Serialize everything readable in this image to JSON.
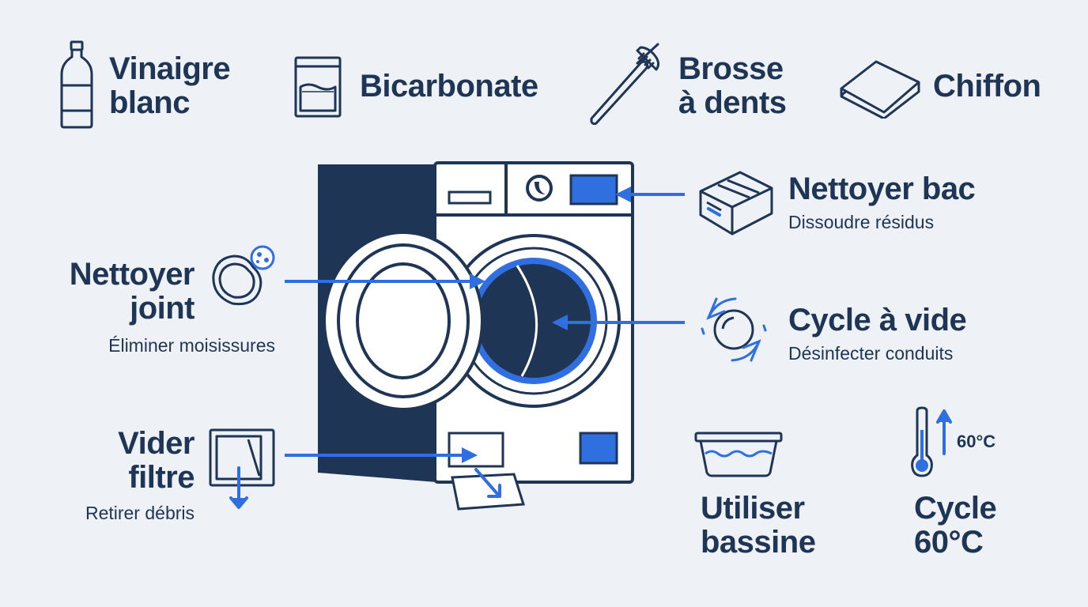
{
  "supplies": [
    {
      "icon": "bottle-icon",
      "label_line1": "Vinaigre",
      "label_line2": "blanc"
    },
    {
      "icon": "bag-icon",
      "label_line1": "Bicarbonate"
    },
    {
      "icon": "toothbrush-icon",
      "label_line1": "Brosse",
      "label_line2": "à dents"
    },
    {
      "icon": "cloth-icon",
      "label_line1": "Chiffon"
    }
  ],
  "steps": {
    "bac": {
      "title": "Nettoyer bac",
      "subtitle": "Dissoudre résidus"
    },
    "joint": {
      "title_line1": "Nettoyer",
      "title_line2": "joint",
      "subtitle": "Éliminer moisissures"
    },
    "cycle_vide": {
      "title": "Cycle à vide",
      "subtitle": "Désinfecter conduits"
    },
    "filtre": {
      "title_line1": "Vider",
      "title_line2": "filtre",
      "subtitle": "Retirer débris"
    },
    "bassine": {
      "title_line1": "Utiliser",
      "title_line2": "bassine"
    },
    "cycle_60": {
      "title_line1": "Cycle",
      "title_line2": "60°C",
      "thermo_label": "60°C"
    }
  },
  "colors": {
    "navy": "#1f3556",
    "accent": "#2f6fe0",
    "background": "#eef1f5",
    "white": "#ffffff"
  }
}
